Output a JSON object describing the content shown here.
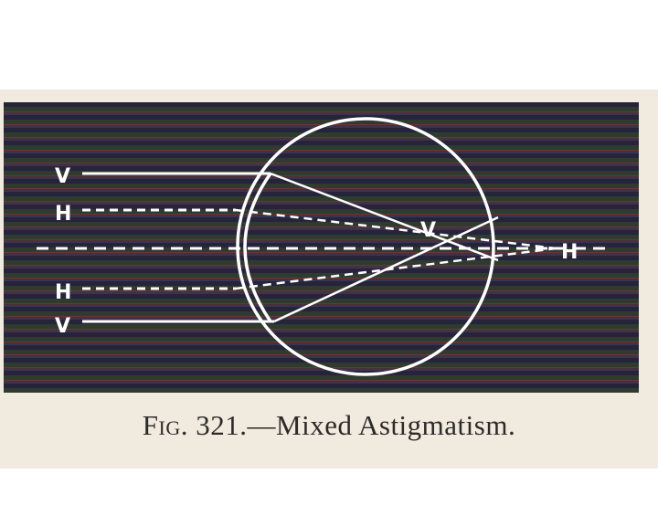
{
  "figure": {
    "caption_fig": "Fig.",
    "caption_rest": " 321.—Mixed Astigmatism.",
    "labels": {
      "v_top": "V",
      "h_top": "H",
      "h_bottom": "H",
      "v_bottom": "V",
      "v_focus": "V",
      "h_focus": "H"
    }
  },
  "colors": {
    "stripe_a": "#27263a",
    "stripe_b": "#2f3a2e",
    "stripe_line": "#7a3a3a",
    "ink": "#ffffff",
    "paper": "#f1eadf"
  }
}
